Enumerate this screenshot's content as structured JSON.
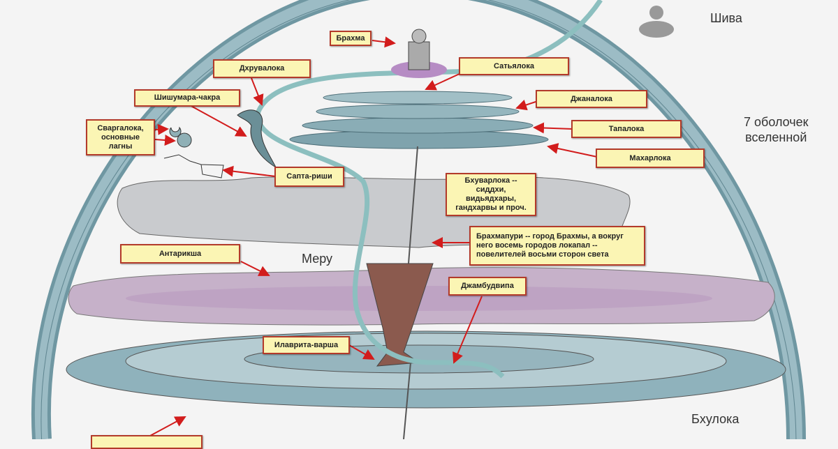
{
  "labels": {
    "brahma": "Брахма",
    "satyaloka": "Сатьялока",
    "janaloka": "Джаналока",
    "tapaloka": "Тапалока",
    "maharloka": "Махарлока",
    "dhruvaloka": "Дхрувалока",
    "shishumara": "Шишумара-чакра",
    "svargaloka": [
      "Сваргалока,",
      "основные",
      "лагны"
    ],
    "saptarishi": "Сапта-риши",
    "bhuvarloka": [
      "Бхуварлока --",
      "сиддхи,",
      "видьядхары,",
      "гандхарвы и проч."
    ],
    "brahmapuri": [
      "Брахмапури -- город Брахмы, а вокруг",
      "него восемь городов локапал --",
      "повелителей восьми сторон света"
    ],
    "antariksha": "Антарикша",
    "jambudvipa": "Джамбудвипа",
    "ilavrita": "Илаврита-варша"
  },
  "plain": {
    "shiva": "Шива",
    "shells": [
      "7 оболочек",
      "вселенной"
    ],
    "meru": "Меру",
    "bhuloka": "Бхулока"
  }
}
